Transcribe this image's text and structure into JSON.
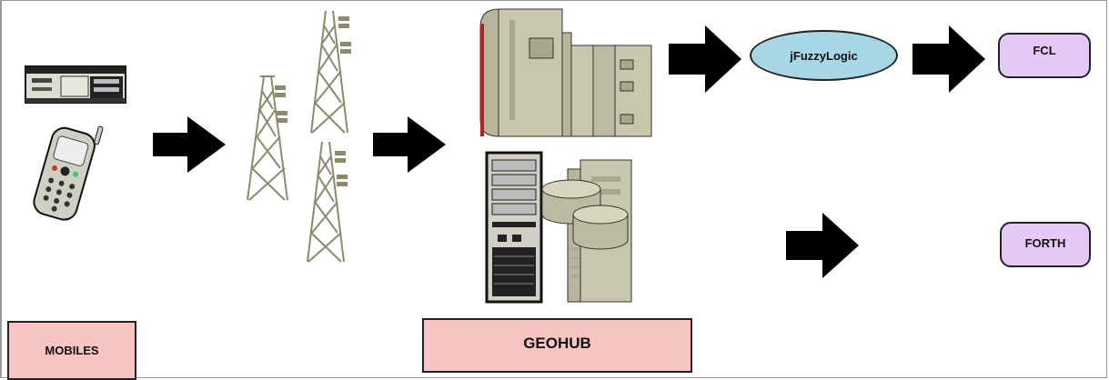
{
  "labels": {
    "mobiles": "MOBILES",
    "geohub": "GEOHUB",
    "jfuzzylogic": "jFuzzyLogic",
    "fcl": "FCL",
    "forth": "FORTH"
  },
  "colors": {
    "pink_box": "#f9c4c4",
    "purple_box": "#e6c8f5",
    "ellipse_fill": "#a9d6e5",
    "arrow": "#000000",
    "tower": "#8c8a6e",
    "server": "#c9c6ae"
  },
  "icons": [
    "desktop-computer-icon",
    "mobile-phone-icon",
    "cell-tower-icon",
    "mainframe-server-icon",
    "tower-pc-icon",
    "database-server-icon",
    "arrow-icon"
  ]
}
